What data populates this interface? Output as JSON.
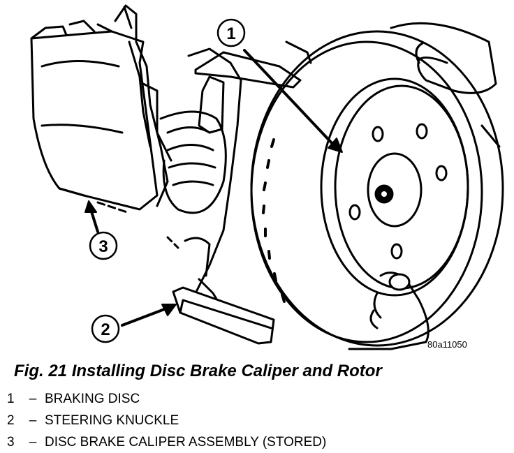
{
  "figure": {
    "code": "80a11050",
    "caption": "Fig. 21 Installing Disc Brake Caliper and Rotor"
  },
  "callouts": [
    {
      "number": "1",
      "label": "BRAKING DISC"
    },
    {
      "number": "2",
      "label": "STEERING KNUCKLE"
    },
    {
      "number": "3",
      "label": "DISC BRAKE CALIPER ASSEMBLY (STORED)"
    }
  ],
  "legend": {
    "separator": "–",
    "items": [
      {
        "number": "1",
        "label": "BRAKING DISC"
      },
      {
        "number": "2",
        "label": "STEERING KNUCKLE"
      },
      {
        "number": "3",
        "label": "DISC BRAKE CALIPER ASSEMBLY (STORED)"
      }
    ]
  }
}
